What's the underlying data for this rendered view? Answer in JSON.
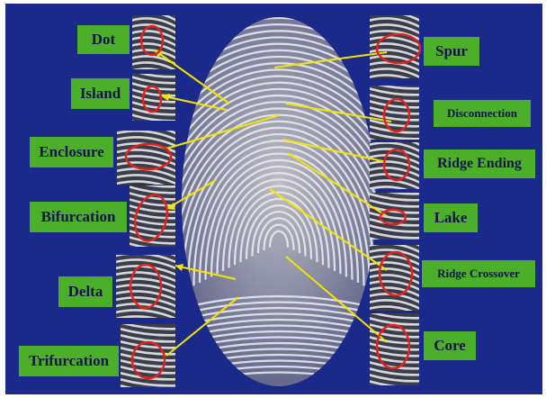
{
  "labels": {
    "dot": "Dot",
    "island": "Island",
    "enclosure": "Enclosure",
    "bifurcation": "Bifurcation",
    "delta": "Delta",
    "trifurcation": "Trifurcation",
    "spur": "Spur",
    "disconnection": "Disconnection",
    "ridge_ending": "Ridge Ending",
    "lake": "Lake",
    "ridge_crossover": "Ridge Crossover",
    "core": "Core"
  },
  "colors": {
    "background": "#1b2a8a",
    "label_fill": "#4caf2a",
    "label_text": "#10124a",
    "pointer_line": "#f2e600",
    "marker_circle": "#e8201a",
    "ridge_light": "#e6e6e6",
    "ridge_dark": "#2b2b33"
  }
}
